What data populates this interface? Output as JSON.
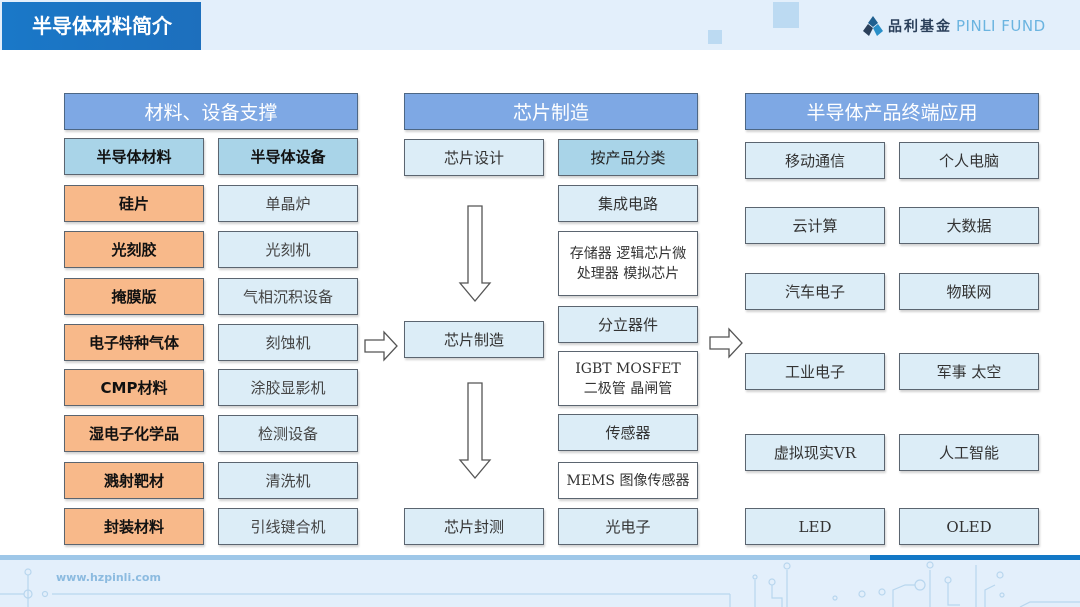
{
  "header": {
    "title": "半导体材料简介",
    "logo_cn": "品利基金",
    "logo_en": "PINLI FUND"
  },
  "sections": {
    "materials": {
      "title": "材料、设备支撑",
      "materials_header": "半导体材料",
      "equipment_header": "半导体设备",
      "materials": [
        "硅片",
        "光刻胶",
        "掩膜版",
        "电子特种气体",
        "CMP材料",
        "湿电子化学品",
        "溅射靶材",
        "封装材料"
      ],
      "equipment": [
        "单晶炉",
        "光刻机",
        "气相沉积设备",
        "刻蚀机",
        "涂胶显影机",
        "检测设备",
        "清洗机",
        "引线键合机"
      ]
    },
    "chip": {
      "title": "芯片制造",
      "process": [
        "芯片设计",
        "芯片制造",
        "芯片封测"
      ],
      "category_header": "按产品分类",
      "categories": [
        {
          "name": "集成电路",
          "detail_line1": "存储器 逻辑芯片微",
          "detail_line2": "处理器 模拟芯片"
        },
        {
          "name": "分立器件",
          "detail_line1": "IGBT MOSFET",
          "detail_line2": "二极管 晶闸管"
        },
        {
          "name": "传感器",
          "detail_line1": "MEMS 图像传感器",
          "detail_line2": ""
        },
        {
          "name": "光电子"
        }
      ]
    },
    "applications": {
      "title": "半导体产品终端应用",
      "items": [
        "移动通信",
        "个人电脑",
        "云计算",
        "大数据",
        "汽车电子",
        "物联网",
        "工业电子",
        "军事 太空",
        "虚拟现实VR",
        "人工智能",
        "LED",
        "OLED"
      ]
    }
  },
  "footer": {
    "url": "www.hzpinli.com"
  },
  "colors": {
    "header_blue": "#7ea8e4",
    "sub_blue": "#a9d4e8",
    "light_blue": "#dcedf7",
    "orange": "#f8b98a",
    "brand_blue": "#1a78c8"
  }
}
